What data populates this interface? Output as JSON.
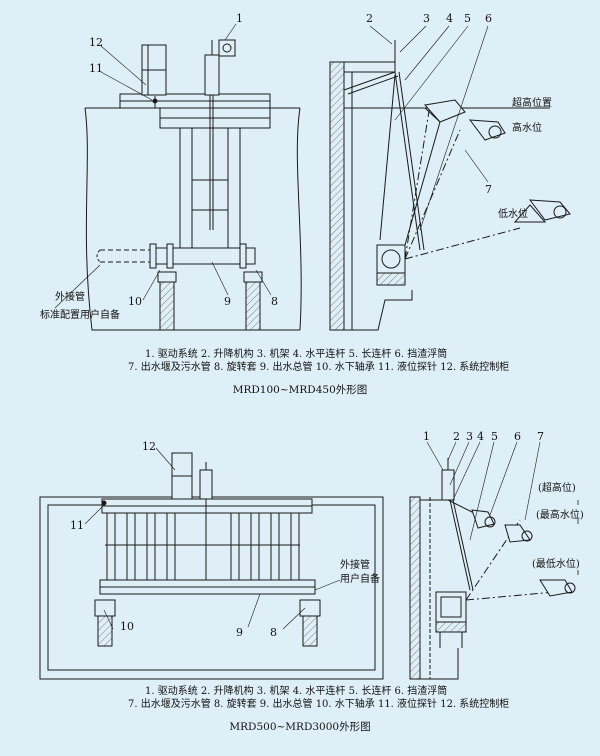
{
  "colors": {
    "background": "#dfeff7",
    "line": "#1a1a1a"
  },
  "top": {
    "callouts": [
      "1",
      "2",
      "3",
      "4",
      "5",
      "6",
      "7",
      "8",
      "9",
      "10",
      "11",
      "12"
    ],
    "labels": {
      "outer_pipe_1": "外接管",
      "outer_pipe_2": "标准配置用户自备",
      "super_high": "超高位置",
      "high_level": "高水位",
      "low_level": "低水位"
    },
    "legend_line1": "1. 驱动系统 2. 升降机构 3. 机架 4. 水平连杆 5. 长连杆 6. 挡渣浮筒",
    "legend_line2": "7. 出水堰及污水管 8. 旋转套 9. 出水总管 10. 水下轴承 11. 液位探针 12. 系统控制柜",
    "title": "MRD100~MRD450外形图"
  },
  "bottom": {
    "callouts": [
      "1",
      "2",
      "3",
      "4",
      "5",
      "6",
      "7",
      "8",
      "9",
      "10",
      "11",
      "12"
    ],
    "labels": {
      "outer_pipe_1": "外接管",
      "outer_pipe_2": "用户自备",
      "super_high": "(超高位)",
      "high_level": "(最高水位)",
      "low_level": "(最低水位)"
    },
    "legend_line1": "1. 驱动系统 2. 升降机构 3. 机架 4. 水平连杆 5. 长连杆 6. 挡渣浮筒",
    "legend_line2": "7. 出水堰及污水管 8. 旋转套 9. 出水总管 10. 水下轴承 11. 液位探针 12. 系统控制柜",
    "title": "MRD500~MRD3000外形图"
  }
}
